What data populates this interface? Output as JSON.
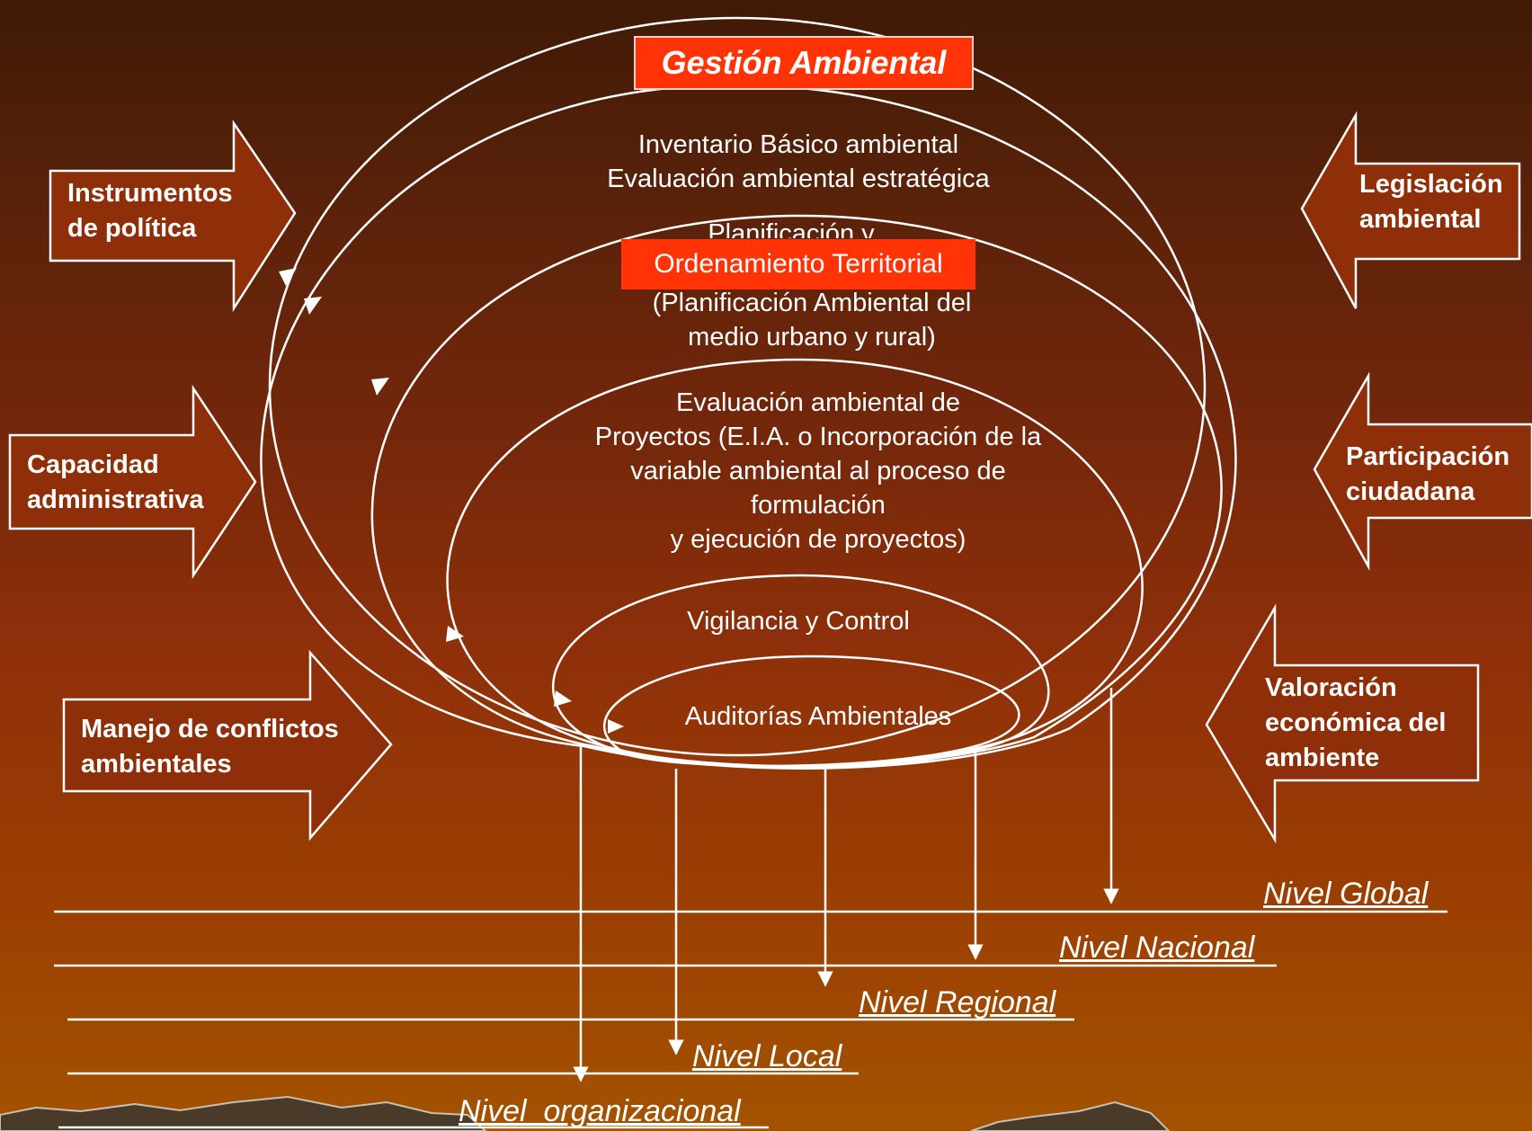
{
  "title": "Gestión Ambiental",
  "rings": {
    "ring1": [
      "Inventario Básico ambiental",
      "Evaluación ambiental estratégica"
    ],
    "ring2_top": "Planificación y",
    "ring2_highlight": "Ordenamiento Territorial",
    "ring2_rest": [
      "(Planificación Ambiental del",
      "medio urbano y rural)"
    ],
    "ring3": [
      "Evaluación ambiental de",
      "Proyectos (E.I.A. o Incorporación de la",
      "variable ambiental al proceso de",
      "formulación",
      "y ejecución de proyectos)"
    ],
    "ring4": "Vigilancia y Control",
    "ring5": "Auditorías Ambientales"
  },
  "left_arrows": [
    [
      "Instrumentos",
      "de política"
    ],
    [
      "Capacidad",
      "administrativa"
    ],
    [
      "Manejo de conflictos",
      "ambientales"
    ]
  ],
  "right_arrows": [
    [
      "Legislación",
      "ambiental"
    ],
    [
      "Participación",
      "ciudadana"
    ],
    [
      "Valoración",
      "económica del",
      "ambiente"
    ]
  ],
  "levels": [
    "Nivel Global",
    "Nivel Nacional",
    "Nivel Regional",
    "Nivel Local",
    "Nivel  organizacional"
  ]
}
